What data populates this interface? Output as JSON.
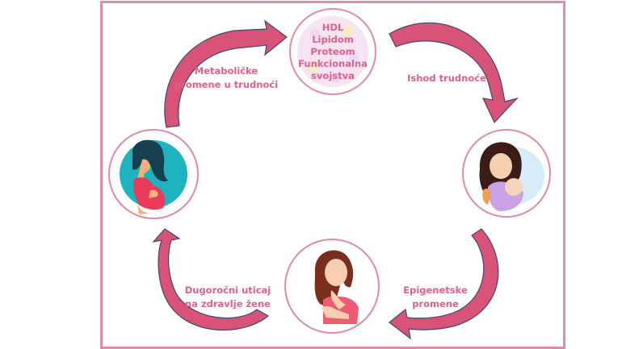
{
  "colors": {
    "frame": "#e48aa6",
    "arrow_fill": "#d95277",
    "arrow_outline": "#3e4a73",
    "label_text": "#e0608c",
    "circle_border": "#e08aa4",
    "teal": "#1fb3bf"
  },
  "center_node": {
    "lines": [
      "HDL",
      "Lipidom",
      "Proteom",
      "Funkcionalna",
      "svojstva"
    ]
  },
  "nodes": [
    {
      "name": "pregnant-woman",
      "icon": "pregnant-woman-illustration"
    },
    {
      "name": "mother-with-baby",
      "icon": "mother-baby-illustration"
    },
    {
      "name": "thinking-woman",
      "icon": "thinking-woman-illustration"
    }
  ],
  "labels": {
    "top_left": [
      "Metaboličke",
      "promene u trudnoći"
    ],
    "top_right": [
      "Ishod trudnoće"
    ],
    "bottom_right": [
      "Epigenetske",
      "promene"
    ],
    "bottom_left": [
      "Dugoročni uticaj",
      "na zdravlje žene"
    ]
  }
}
